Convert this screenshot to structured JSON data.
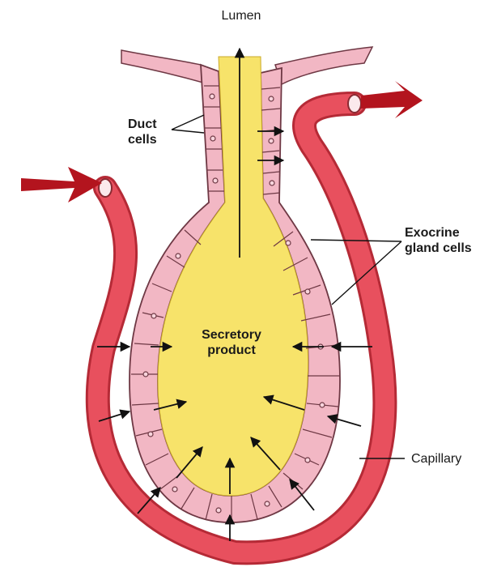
{
  "labels": {
    "lumen": "Lumen",
    "duct_cells_line1": "Duct",
    "duct_cells_line2": "cells",
    "exocrine_line1": "Exocrine",
    "exocrine_line2": "gland cells",
    "secretory_line1": "Secretory",
    "secretory_line2": "product",
    "capillary": "Capillary"
  },
  "colors": {
    "capillary_fill": "#e8505e",
    "capillary_stroke": "#b52a36",
    "cell_fill": "#f2b7c4",
    "cell_stroke": "#6e3844",
    "secretion_fill": "#f7e36a",
    "flow_arrow": "#b3141e"
  },
  "icons": {
    "inflow": "arrow-right-icon",
    "outflow": "arrow-right-icon"
  }
}
